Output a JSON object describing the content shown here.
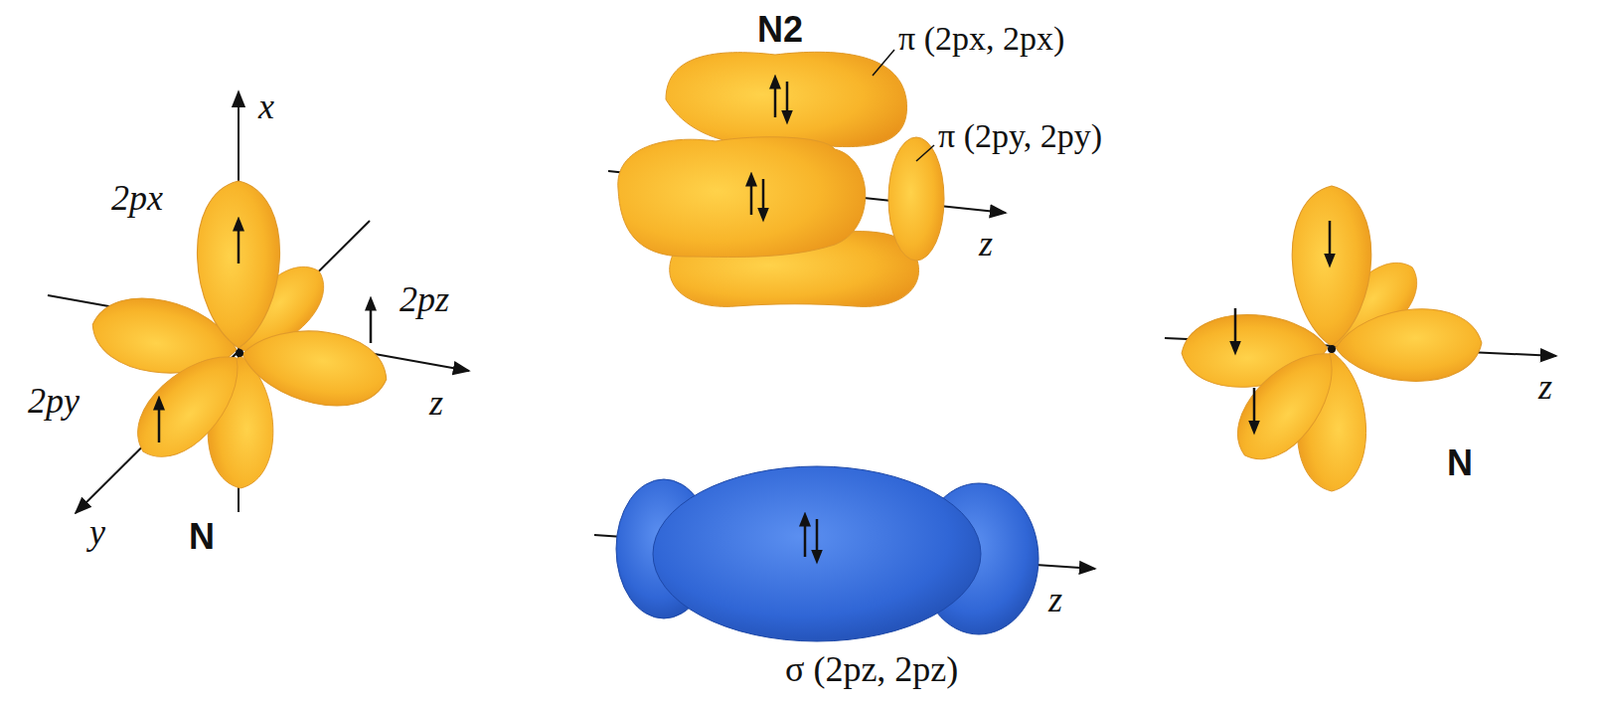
{
  "diagram": {
    "labels": [
      "x",
      "2px",
      "2pz",
      "2py",
      "z",
      "y",
      "N",
      "N2",
      "π (2px, 2px)",
      "π (2py, 2py)",
      "z",
      "z",
      "N",
      "z",
      "σ (2pz, 2pz)"
    ]
  }
}
